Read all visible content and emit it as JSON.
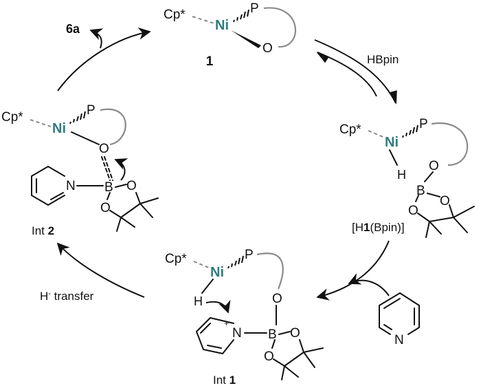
{
  "colors": {
    "nickel": "#2e7d7d",
    "oxygen": "#e8231f",
    "hydride": "#e8231f",
    "phosphorus": "#8a8a8a",
    "text": "#111111"
  },
  "atoms": {
    "cp": "Cp*",
    "ni": "Ni",
    "p": "P",
    "o": "O",
    "h": "H",
    "b": "B",
    "n": "N",
    "plus": "+"
  },
  "compounds": {
    "catalyst": "1",
    "int1_prefix": "Int ",
    "int1_num": "1",
    "int2_prefix": "Int ",
    "int2_num": "2",
    "hydride_pre": "[H",
    "hydride_num": "1",
    "hydride_post": "(Bpin)]"
  },
  "steps": {
    "product": "6a",
    "reagent": "HBpin",
    "transfer_pre": "H",
    "transfer_sup": "-",
    "transfer_post": " transfer"
  }
}
